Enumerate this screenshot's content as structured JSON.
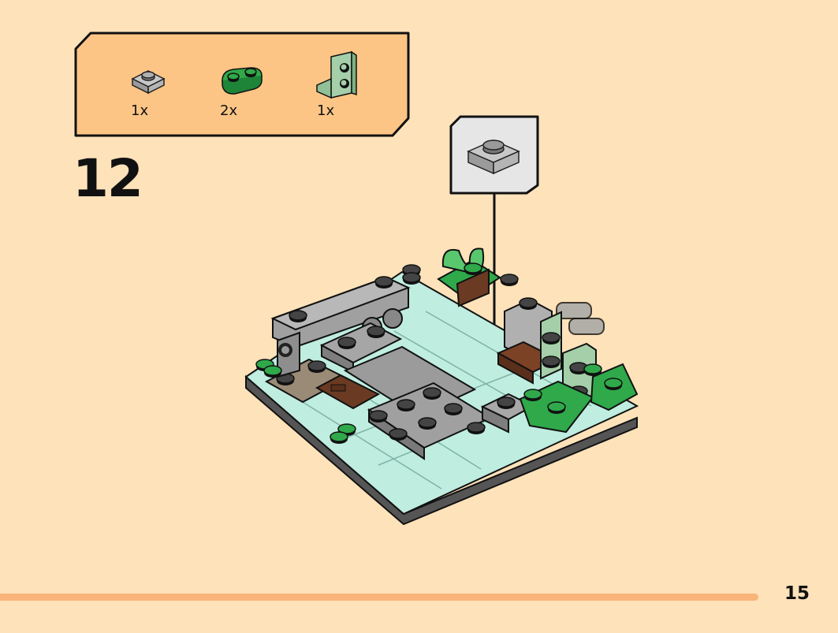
{
  "parts": [
    {
      "icon": "gray-plate-1x1-icon",
      "qty": "1x"
    },
    {
      "icon": "green-plate-1x2-rounded-icon",
      "qty": "2x"
    },
    {
      "icon": "sand-green-bracket-icon",
      "qty": "1x"
    }
  ],
  "step": "12",
  "page": "15",
  "colors": {
    "background": "#FEE2BA",
    "parts_box": "#FDC585",
    "progress": "#F9B47A",
    "callout": "#E6E6E6",
    "trans_light_blue": "#BFEDE0",
    "gray": "#A0A0A0",
    "green": "#2FA94A",
    "sand_green": "#A4CFA9",
    "brown": "#6B3A22"
  },
  "progress": 0.905
}
